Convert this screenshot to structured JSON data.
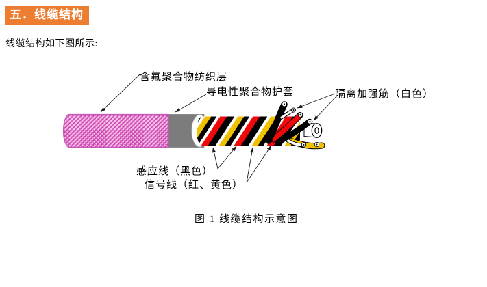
{
  "header": {
    "title": "五．线缆结构",
    "background_color": "#ED7D31",
    "text_color": "#FFFFFF"
  },
  "intro": {
    "text": "线缆结构如下图所示:"
  },
  "diagram": {
    "labels": {
      "braid": "含氟聚合物纺织层",
      "sheath": "导电性聚合物护套",
      "reinforcement": "隔离加强筋（白色）",
      "sensing_wire": "感应线（黑色）",
      "signal_wire": "信号线（红、黄色）"
    },
    "colors": {
      "braid_pink": "#E678CC",
      "braid_magenta": "#C23FA8",
      "sheath_gray": "#7C7C7C",
      "wire_black": "#000000",
      "wire_red": "#EE0A0A",
      "wire_yellow": "#EFC100",
      "reinforcement_white": "#FFFFFF"
    }
  },
  "caption": {
    "text": "图 1 线缆结构示意图"
  }
}
